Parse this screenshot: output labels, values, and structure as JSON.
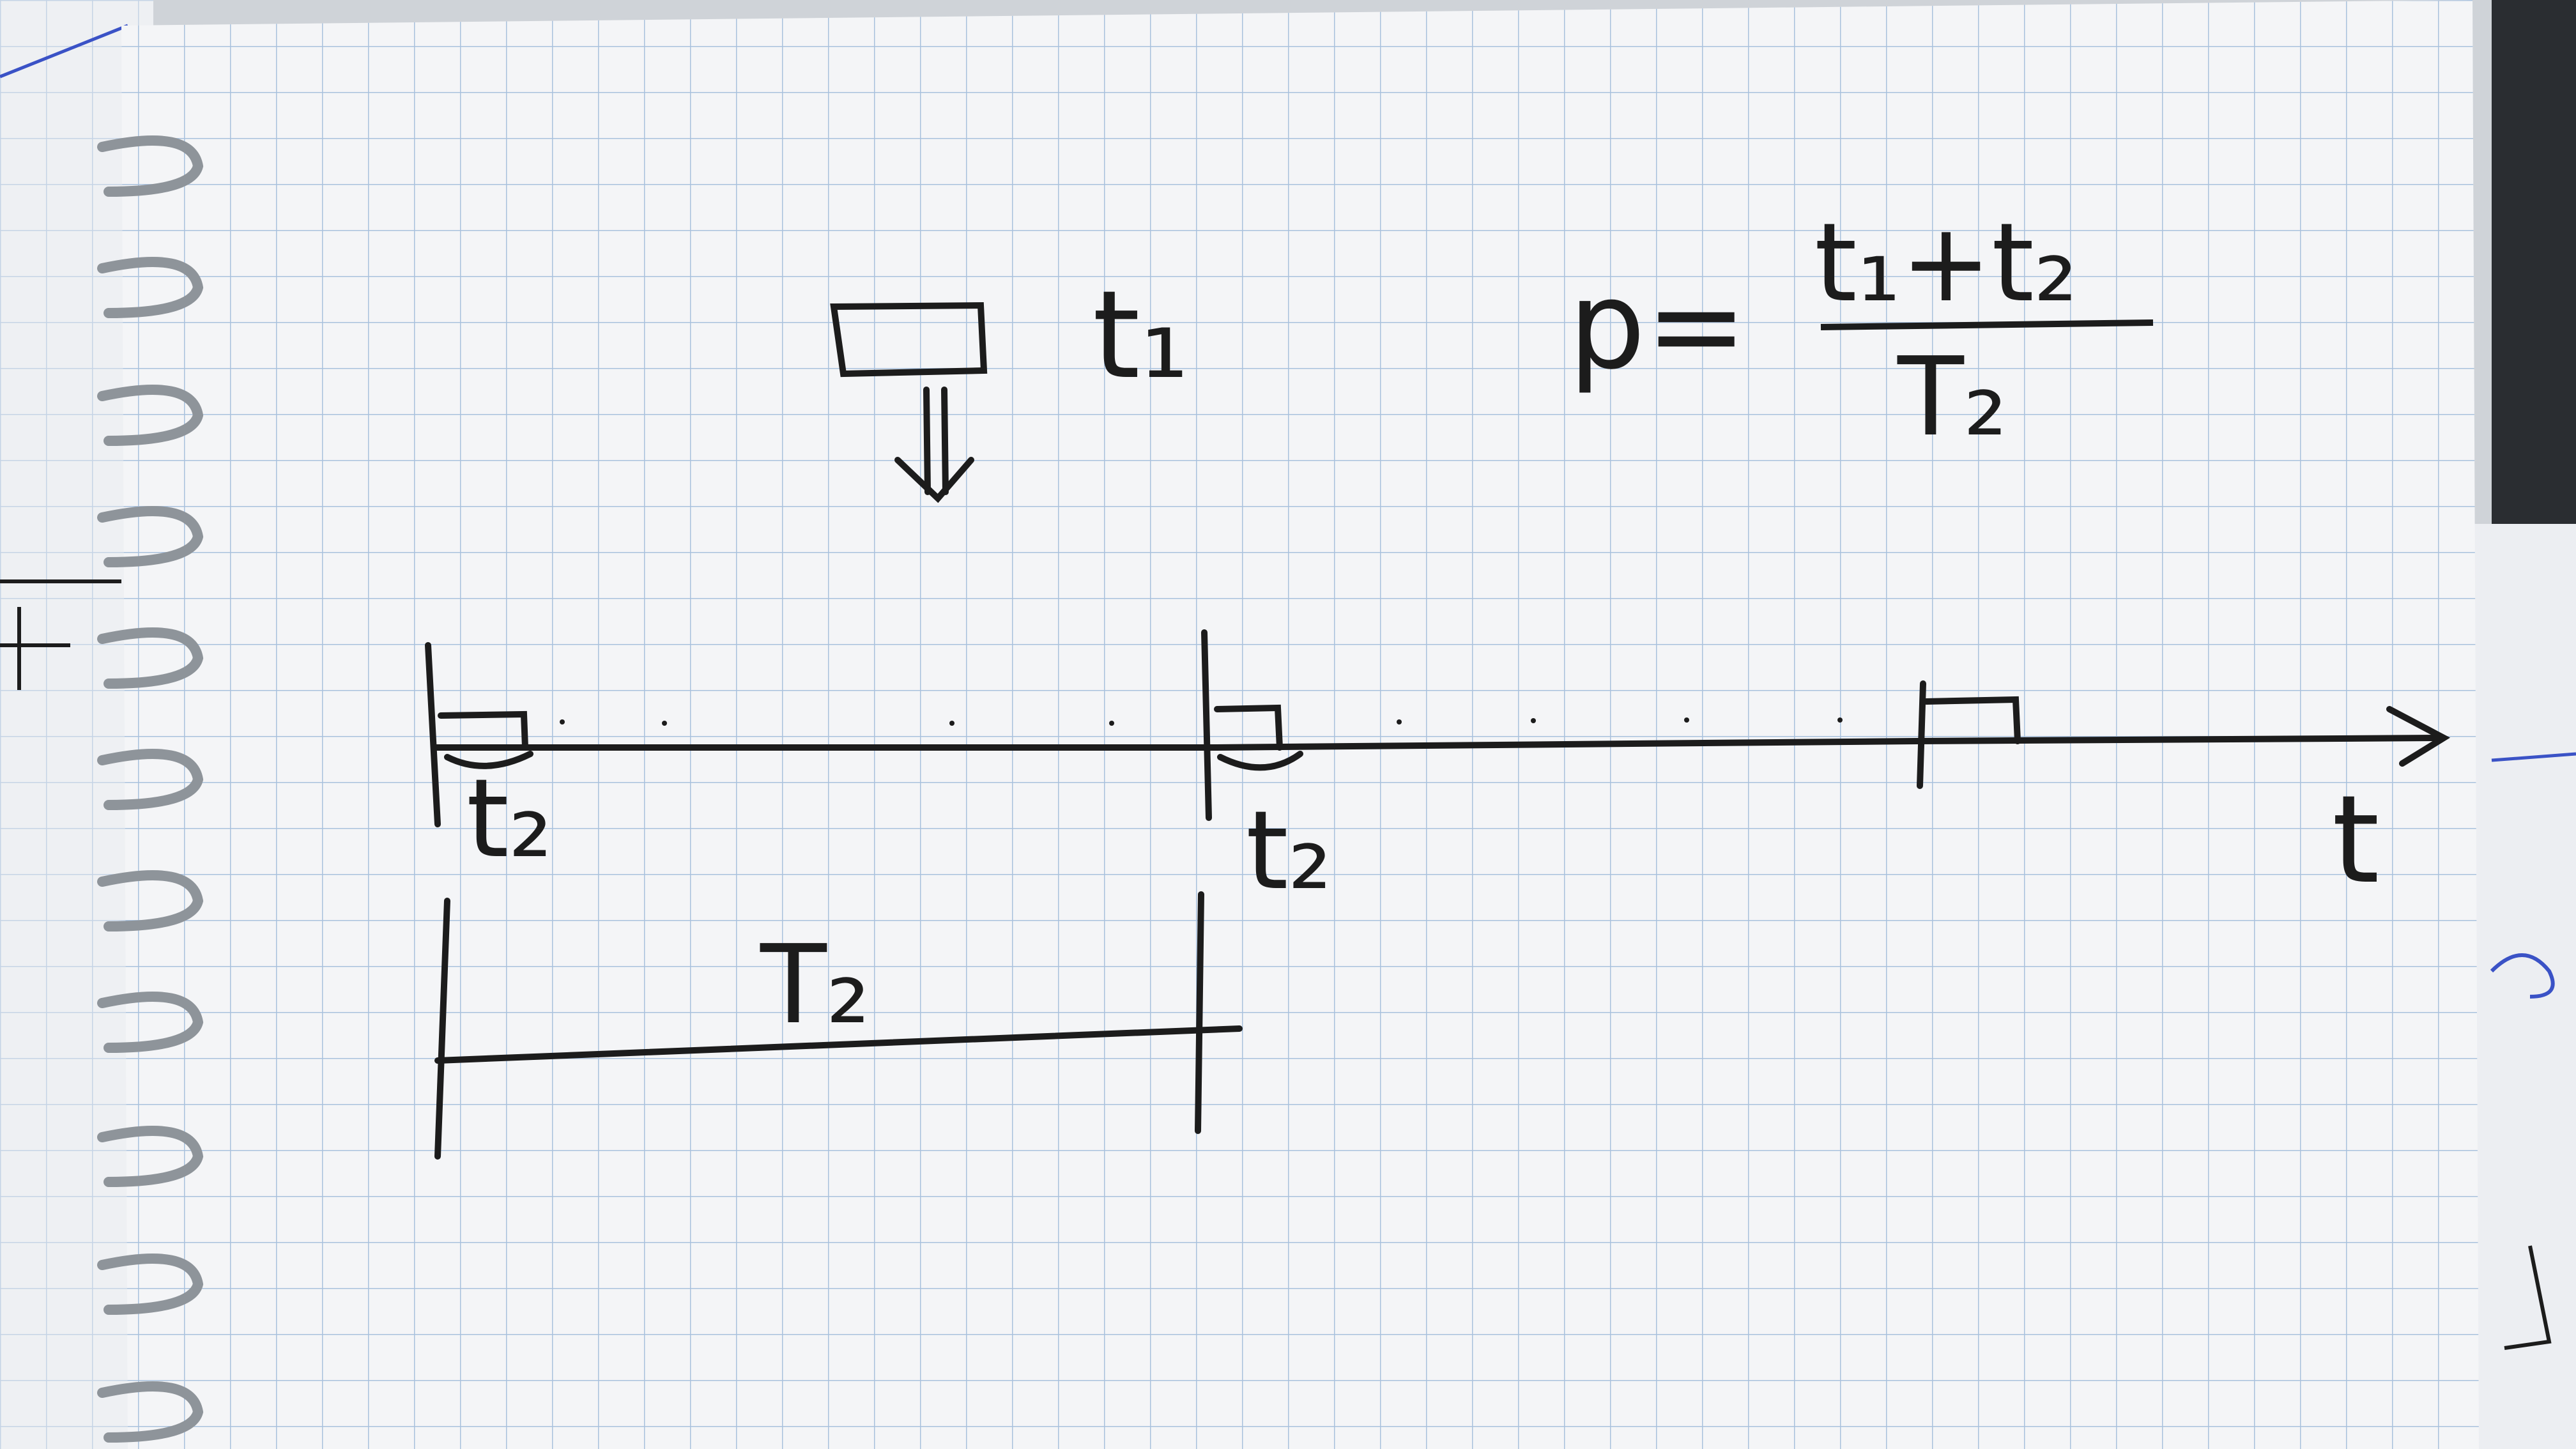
{
  "notes": {
    "top_label": "t₁",
    "formula": {
      "lhs": "p=",
      "numerator": "t₁+t₂",
      "denominator": "T₂"
    },
    "pulse_label_1": "t₂",
    "pulse_label_2": "t₂",
    "axis_label": "t",
    "period_label": "T₂"
  },
  "colors": {
    "paper": "#f4f5f7",
    "grid": "#a9c1dd",
    "ink": "#1c1c1c",
    "blue_ink": "#3a52c6",
    "spiral": "#9aa0a6",
    "shadow": "#2a2d31"
  },
  "icons": {
    "spiral": "spiral-binding-icon",
    "arrow": "down-arrow-icon",
    "box": "rectangle-icon"
  }
}
